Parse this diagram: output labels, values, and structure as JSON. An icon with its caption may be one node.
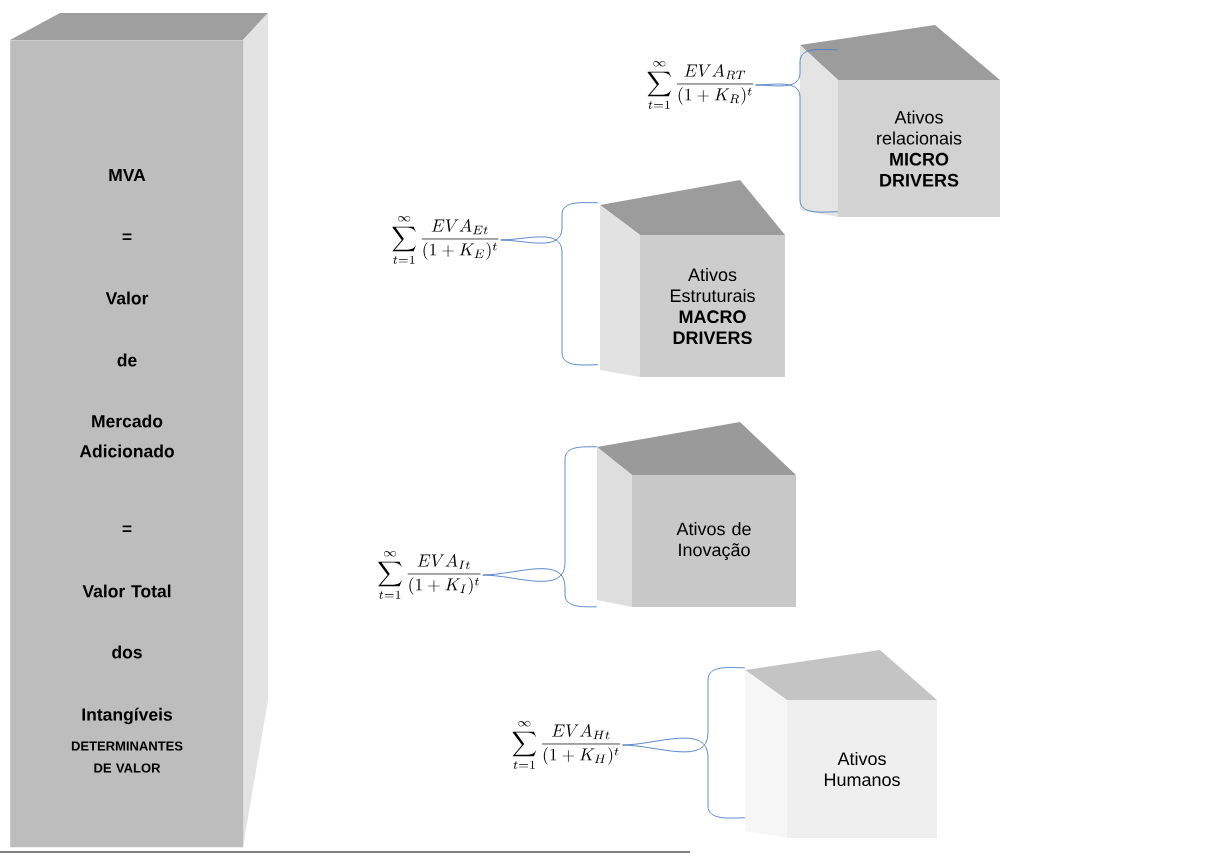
{
  "diagram": {
    "nodes": [
      {
        "text": [
          "MVA",
          "=",
          "Valor",
          "de",
          "Mercado Adicionado",
          "=",
          "Valor Total",
          "dos",
          "Intangíveis",
          "DETERMINANTES DE VALOR"
        ]
      },
      {
        "text": [
          "\\sum_{t=1}^{\\infty}\\frac{EVA_{RT}}{(1+K_R)^t}"
        ]
      },
      {
        "text": [
          "Ativos relacionais",
          "MICRO DRIVERS"
        ]
      },
      {
        "text": [
          "\\sum_{t=1}^{\\infty}\\frac{EVA_{Et}}{(1+K_E)^t}"
        ]
      },
      {
        "text": [
          "Ativos Estruturais",
          "MACRO DRIVERS"
        ]
      },
      {
        "text": [
          "\\sum_{t=1}^{\\infty}\\frac{EVA_{It}}{(1+K_I)^t}"
        ]
      },
      {
        "text": [
          "Ativos de Inovação"
        ]
      },
      {
        "text": [
          "\\sum_{t=1}^{\\infty}\\frac{EVA_{Ht}}{(1+K_H)^t}"
        ]
      },
      {
        "text": [
          "Ativos Humanos"
        ]
      }
    ],
    "edges": [
      {
        "from": 1,
        "to": 2,
        "arrow": "none"
      },
      {
        "from": 3,
        "to": 4,
        "arrow": "none"
      },
      {
        "from": 5,
        "to": 6,
        "arrow": "none"
      },
      {
        "from": 7,
        "to": 8,
        "arrow": "none"
      }
    ]
  }
}
